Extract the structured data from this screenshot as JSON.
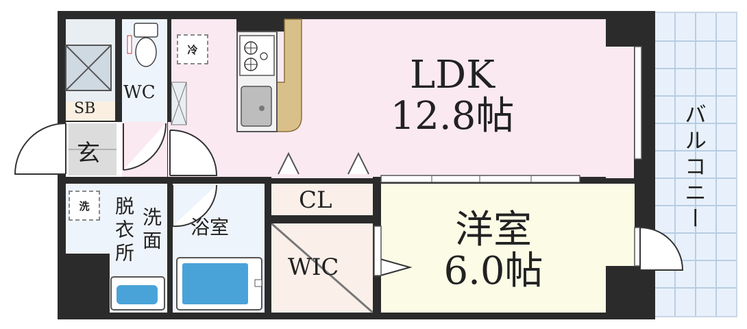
{
  "rooms": {
    "ldk": {
      "name": "LDK",
      "size": "12.8帖"
    },
    "western": {
      "name": "洋室",
      "size": "6.0帖"
    },
    "wc": {
      "name": "WC"
    },
    "cl": {
      "name": "CL"
    },
    "wic": {
      "name": "WIC"
    },
    "bath": {
      "name": "浴室"
    },
    "washroom": {
      "name_a": "洗面",
      "name_b": "脱衣所"
    },
    "entrance": {
      "name": "玄"
    },
    "sb": {
      "name": "SB"
    },
    "balcony": {
      "name": "バルコニー"
    }
  },
  "tags": {
    "fridge": "冷",
    "washer": "洗"
  },
  "colors": {
    "wall": "#2b2b2b",
    "ldk_floor": "#fbe9f1",
    "western_floor": "#fbfbe6",
    "wet_floor": "#eef4fb",
    "closet_floor": "#fbefe9",
    "balcony_floor": "#e8f1fb",
    "counter": "#d9c08a",
    "bathtub": "#4aa3d8"
  }
}
